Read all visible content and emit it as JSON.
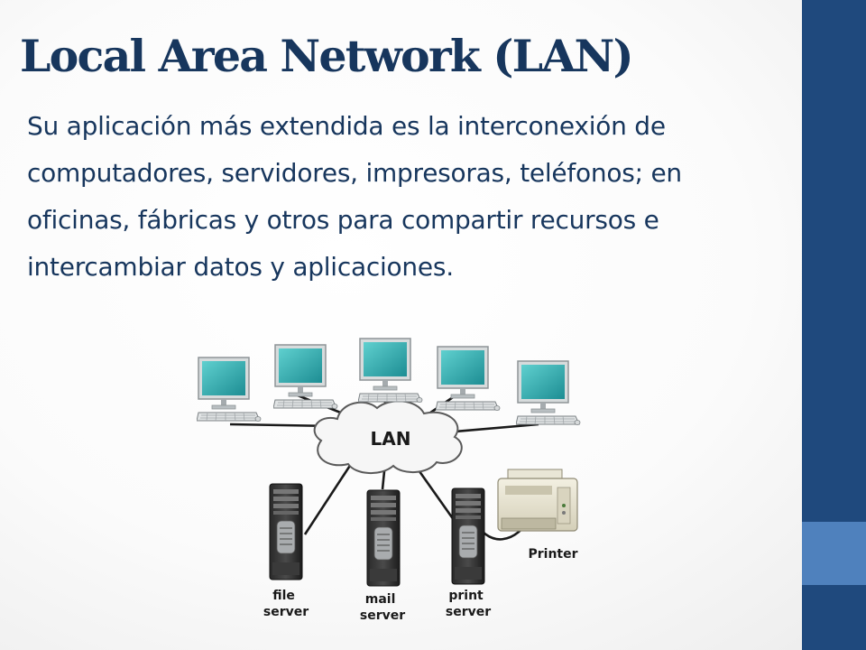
{
  "slide": {
    "title": "Local Area Network (LAN)",
    "body": "Su aplicación más extendida es la interconexión de computadores, servidores, impresoras, teléfonos; en oficinas, fábricas y otros para compartir recursos e intercambiar datos y aplicaciones."
  },
  "diagram": {
    "hub_label": "LAN",
    "nodes": {
      "file_server": {
        "line1": "file",
        "line2": "server"
      },
      "mail_server": {
        "line1": "mail",
        "line2": "server"
      },
      "print_server": {
        "line1": "print",
        "line2": "server"
      },
      "printer": {
        "label": "Printer"
      }
    },
    "workstation_count": 5
  },
  "colors": {
    "title": "#17365d",
    "body_text": "#17365d",
    "side_bar": "#1f497d",
    "side_accent": "#4f81bd",
    "screen": "#2ba3a6"
  }
}
